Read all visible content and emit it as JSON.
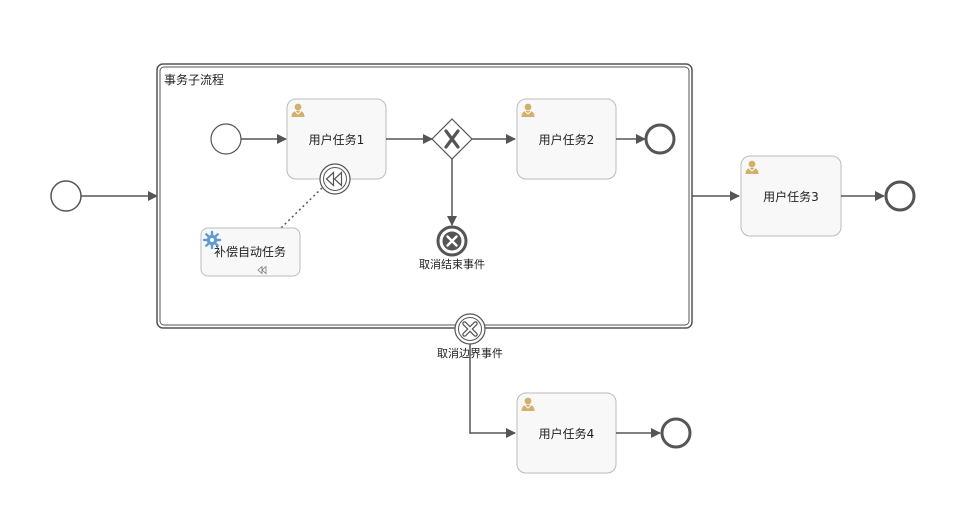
{
  "subprocess": {
    "label": "事务子流程"
  },
  "tasks": {
    "user_task_1": "用户任务1",
    "user_task_2": "用户任务2",
    "user_task_3": "用户任务3",
    "user_task_4": "用户任务4",
    "compensation_task": "补偿自动任务"
  },
  "events": {
    "cancel_end_event": "取消结束事件",
    "cancel_boundary_event": "取消边界事件"
  },
  "colors": {
    "line": "#555555",
    "task_fill": "#f8f8f8",
    "task_border": "#bbbbbb",
    "user_icon": "#d3b06a",
    "service_icon": "#5f9bd3"
  },
  "icons": [
    "user-icon",
    "gear-icon",
    "compensate-icon",
    "cancel-icon",
    "exclusive-gateway-x-icon"
  ]
}
